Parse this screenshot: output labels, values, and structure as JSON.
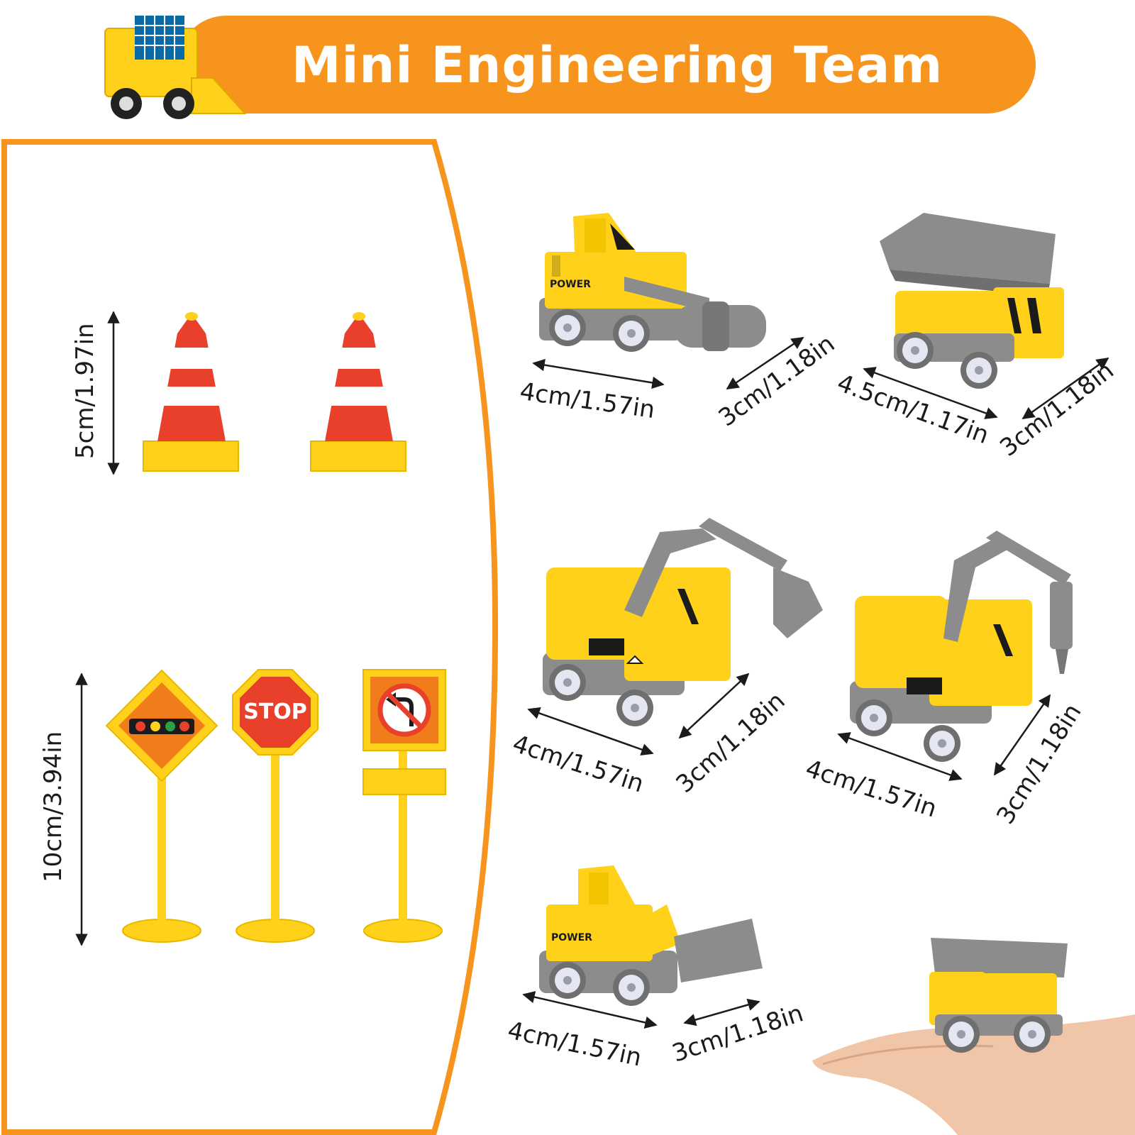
{
  "banner": {
    "title": "Mini Engineering Team",
    "color": "#f7941d"
  },
  "colors": {
    "toy_yellow": "#ffd11a",
    "toy_gray": "#8c8c8c",
    "cone_red": "#e8402a",
    "frame_orange": "#f7941d"
  },
  "accessories": {
    "cones": {
      "height_label": "5cm/1.97in",
      "count": 2
    },
    "signs": {
      "height_label": "10cm/3.94in",
      "stop_text": "STOP",
      "items": [
        "traffic-light-sign",
        "stop-sign",
        "no-left-turn-sign"
      ]
    }
  },
  "vehicles": [
    {
      "name": "road-roller",
      "length_label": "4cm/1.57in",
      "width_label": "3cm/1.18in"
    },
    {
      "name": "dump-truck",
      "length_label": "4.5cm/1.17in",
      "width_label": "3cm/1.18in"
    },
    {
      "name": "excavator",
      "length_label": "4cm/1.57in",
      "width_label": "3cm/1.18in"
    },
    {
      "name": "drill-excavator",
      "length_label": "4cm/1.57in",
      "width_label": "3cm/1.18in"
    },
    {
      "name": "bulldozer",
      "length_label": "4cm/1.57in",
      "width_label": "3cm/1.18in"
    }
  ]
}
